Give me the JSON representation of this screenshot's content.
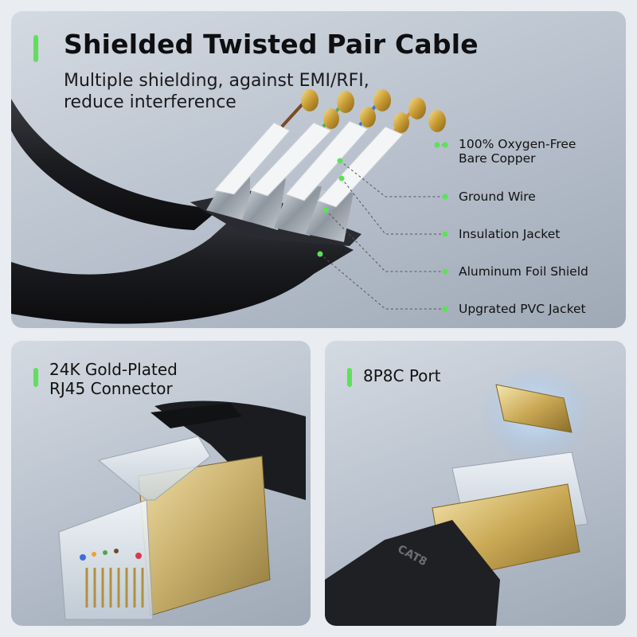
{
  "top_panel": {
    "title": "Shielded Twisted Pair Cable",
    "subtitle_lines": [
      "Multiple shielding, against EMI/RFI,",
      "reduce interference"
    ],
    "callouts": [
      {
        "lines": [
          "100% Oxygen-Free",
          "Bare Copper"
        ]
      },
      {
        "lines": [
          "Ground Wire"
        ]
      },
      {
        "lines": [
          "Insulation Jacket"
        ]
      },
      {
        "lines": [
          "Aluminum Foil Shield"
        ]
      },
      {
        "lines": [
          "Upgrated PVC Jacket"
        ]
      }
    ]
  },
  "left_panel": {
    "label_lines": [
      "24K Gold-Plated",
      "RJ45 Connector"
    ]
  },
  "right_panel": {
    "label": "8P8C Port",
    "plug_marking": "CAT8"
  },
  "colors": {
    "accent": "#5fe05a",
    "cable": "#1c1c1f",
    "gold": "#c9a44a",
    "foil": "#aeb6bf",
    "insulation": "#f3f4f5"
  }
}
